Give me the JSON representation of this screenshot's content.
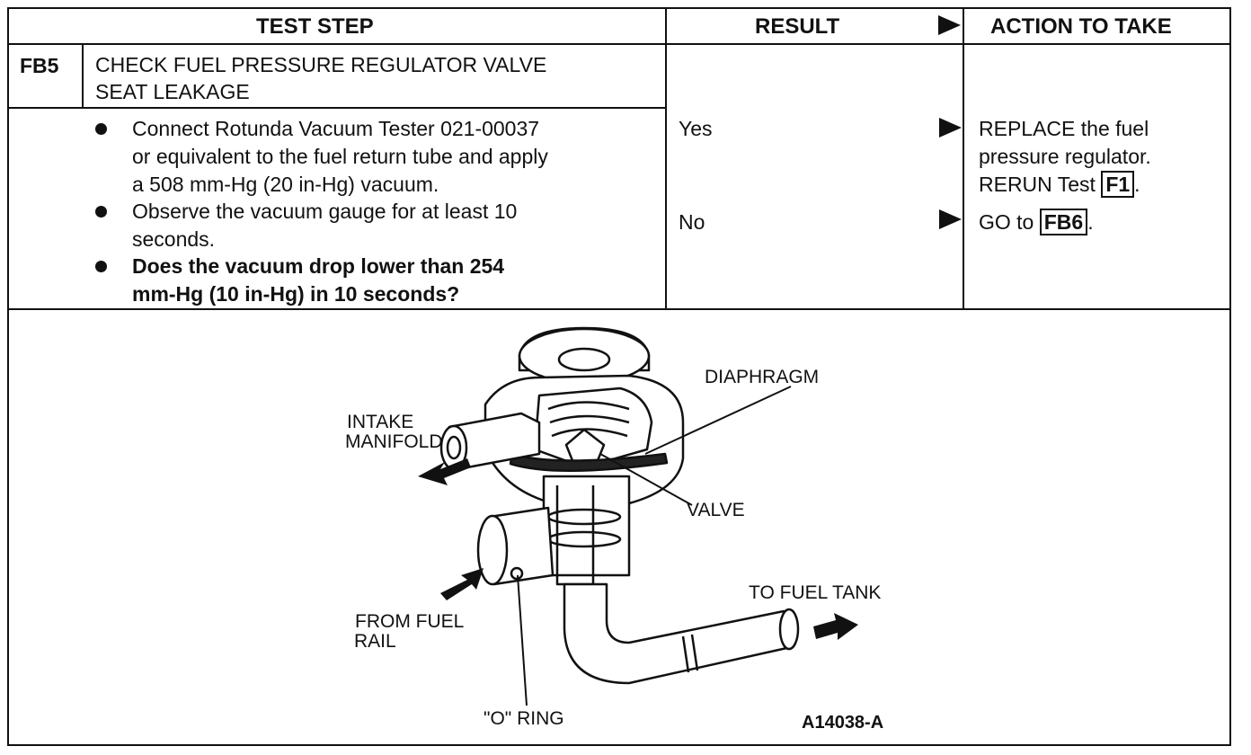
{
  "headers": {
    "test_step": "TEST STEP",
    "result": "RESULT",
    "action": "ACTION TO TAKE"
  },
  "step": {
    "code": "FB5",
    "title_line1": "CHECK FUEL PRESSURE REGULATOR VALVE",
    "title_line2": "SEAT LEAKAGE"
  },
  "bullets": [
    {
      "lines": [
        "Connect Rotunda Vacuum Tester 021-00037",
        "or equivalent to the fuel return tube and apply",
        "a 508 mm-Hg (20 in-Hg) vacuum."
      ]
    },
    {
      "lines": [
        "Observe the vacuum gauge for at least 10",
        "seconds."
      ]
    },
    {
      "lines": [
        "Does the vacuum drop lower than 254",
        "mm-Hg (10 in-Hg) in 10 seconds?"
      ],
      "bold": true
    }
  ],
  "results": [
    {
      "label": "Yes",
      "action_lines": [
        "REPLACE the fuel",
        "pressure regulator.",
        "RERUN Test"
      ],
      "ref": "F1",
      "ref_suffix": "."
    },
    {
      "label": "No",
      "action_prefix": "GO to",
      "ref": "FB6",
      "ref_suffix": "."
    }
  ],
  "figure": {
    "labels": {
      "diaphragm": "DIAPHRAGM",
      "intake_1": "INTAKE",
      "intake_2": "MANIFOLD",
      "valve": "VALVE",
      "to_fuel_tank": "TO FUEL TANK",
      "from_fuel_1": "FROM FUEL",
      "from_fuel_2": "RAIL",
      "o_ring": "\"O\" RING",
      "figure_id": "A14038-A"
    }
  }
}
